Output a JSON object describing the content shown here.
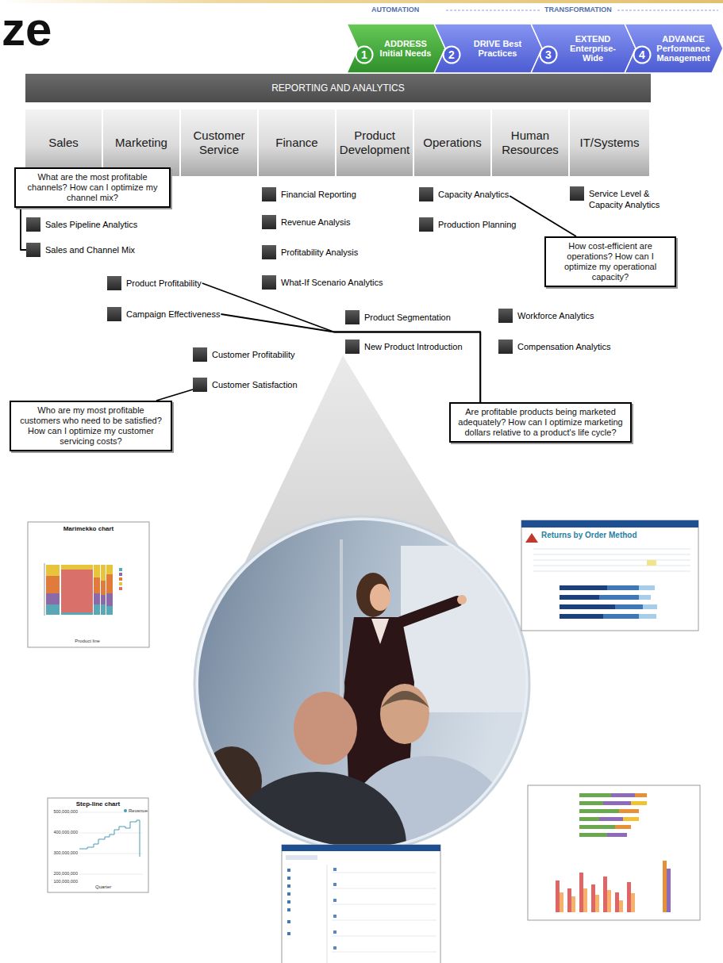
{
  "diagram": {
    "title": "ze",
    "nodes": [
      {
        "text": [
          "ADDRESS Initial Needs"
        ]
      },
      {
        "text": [
          "1"
        ],
        "in": 0
      },
      {
        "text": [
          "DRIVE Best Practices"
        ]
      },
      {
        "text": [
          "2"
        ],
        "in": 2
      },
      {
        "text": [
          "EXTEND Enterprise-Wide"
        ]
      },
      {
        "text": [
          "3"
        ],
        "in": 4
      },
      {
        "text": [
          "ADVANCE Performance Management"
        ]
      },
      {
        "text": [
          "4"
        ],
        "in": 6
      },
      {
        "text": [
          "REPORTING AND ANALYTICS"
        ]
      },
      {
        "text": [
          "Sales"
        ]
      },
      {
        "text": [
          "Marketing"
        ]
      },
      {
        "text": [
          "Customer Service"
        ]
      },
      {
        "text": [
          "Finance"
        ]
      },
      {
        "text": [
          "Product Development"
        ]
      },
      {
        "text": [
          "Operations"
        ]
      },
      {
        "text": [
          "Human Resources"
        ]
      },
      {
        "text": [
          "IT/Systems"
        ]
      },
      {
        "text": [
          "What are the most profitable channels? How can I optimize my channel mix?"
        ]
      },
      {
        "text": [
          "Financial Reporting"
        ]
      },
      {
        "text": [
          "Capacity Analytics"
        ]
      },
      {
        "text": [
          "Service Level & Capacity Analytics"
        ]
      },
      {
        "text": [
          "Revenue Analysis"
        ]
      },
      {
        "text": [
          "Sales Pipeline Analytics"
        ]
      },
      {
        "text": [
          "Production Planning"
        ]
      },
      {
        "text": [
          "Sales and Channel Mix"
        ]
      },
      {
        "text": [
          "Profitability Analysis"
        ]
      },
      {
        "text": [
          "How cost-efficient are operations? How can I optimize my operational capacity?"
        ]
      },
      {
        "text": [
          "Product Profitability"
        ]
      },
      {
        "text": [
          "What-If Scenario Analytics"
        ]
      },
      {
        "text": [
          "Campaign Effectiveness"
        ]
      },
      {
        "text": [
          "Product Segmentation"
        ]
      },
      {
        "text": [
          "Workforce Analytics"
        ]
      },
      {
        "text": [
          "New Product Introduction"
        ]
      },
      {
        "text": [
          "Compensation Analytics"
        ]
      },
      {
        "text": [
          "Customer Profitability"
        ]
      },
      {
        "text": [
          "Customer Satisfaction"
        ]
      },
      {
        "text": [
          "Who are my most profitable customers who need to be satisfied? How can I optimize my customer servicing costs?"
        ]
      },
      {
        "text": [
          "Are profitable products being marketed adequately? How can I optimize marketing dollars relative to a product's life cycle?"
        ]
      }
    ],
    "edges": [
      {
        "from": 17,
        "to": 24,
        "arrow": "none"
      },
      {
        "from": 26,
        "to": 19,
        "arrow": "none"
      },
      {
        "from": 36,
        "to": 35,
        "arrow": "none"
      },
      {
        "from": 37,
        "to": 27,
        "arrow": "none"
      },
      {
        "from": 37,
        "to": 29,
        "arrow": "none"
      }
    ],
    "labels": [
      "AUTOMATION",
      "TRANSFORMATION",
      "Marimekko chart",
      "Product line",
      "Returns by Order Method",
      "Step-line chart",
      "Revenue",
      "Quarter",
      "500,000,000",
      "400,000,000",
      "300,000,000",
      "200,000,000",
      "100,000,000"
    ]
  }
}
